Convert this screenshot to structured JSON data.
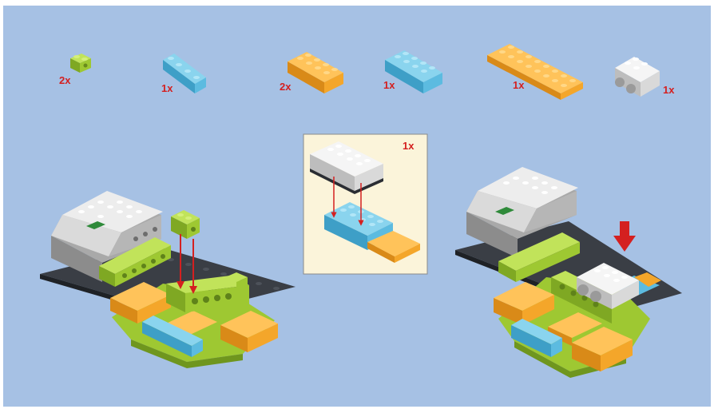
{
  "colors": {
    "background": "#a6c1e4",
    "lime": "#9ec832",
    "azure": "#5cbbe0",
    "orange": "#f4a62a",
    "white_brick": "#e7e7e7",
    "dark": "#2a2d33",
    "hub_grey": "#cfcfcf",
    "inset_bg": "#fbf4da",
    "arrow_red": "#d42020"
  },
  "parts": [
    {
      "qty": "2x",
      "color": "lime",
      "size": "1x2"
    },
    {
      "qty": "1x",
      "color": "azure",
      "size": "1x4"
    },
    {
      "qty": "2x",
      "color": "orange",
      "size": "2x4"
    },
    {
      "qty": "1x",
      "color": "azure",
      "size": "2x4"
    },
    {
      "qty": "1x",
      "color": "orange",
      "size": "2x8 plate"
    },
    {
      "qty": "1x",
      "color": "white",
      "size": "2x4 sensor"
    }
  ],
  "inset": {
    "qty": "1x"
  }
}
